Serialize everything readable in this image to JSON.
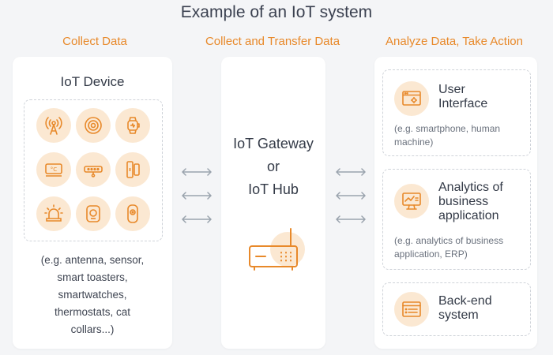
{
  "title": "Example of an IoT system",
  "columns": {
    "collect": "Collect Data",
    "transfer": "Collect and Transfer Data",
    "analyze": "Analyze Data, Take Action"
  },
  "device": {
    "title": "IoT Device",
    "note_lines": [
      "(e.g. antenna, sensor,",
      "smart toasters,",
      "smartwatches,",
      "thermostats, cat",
      "collars...)"
    ],
    "icons": [
      "antenna-icon",
      "speaker-sensor-icon",
      "smartwatch-icon",
      "thermostat-icon",
      "smart-toaster-icon",
      "door-sensor-icon",
      "alarm-light-icon",
      "speaker-icon",
      "cat-collar-tracker-icon"
    ],
    "temp_glyph": "°C"
  },
  "gateway": {
    "line1": "IoT Gateway",
    "line2": "or",
    "line3": "IoT Hub",
    "icon": "router-icon"
  },
  "boxes": [
    {
      "title_lines": [
        "User",
        "Interface"
      ],
      "note_lines": [
        "(e.g. smartphone, human",
        "machine)"
      ],
      "icon": "browser-settings-icon"
    },
    {
      "title_lines": [
        "Analytics of",
        "business",
        "application"
      ],
      "note_lines": [
        "(e.g. analytics of business",
        "application, ERP)"
      ],
      "icon": "analytics-monitor-icon"
    },
    {
      "title_lines": [
        "Back-end",
        "system"
      ],
      "note_lines": [],
      "icon": "server-window-icon"
    }
  ],
  "colors": {
    "accent": "#e8892a",
    "icon_bg": "#fbe8d2",
    "arrow": "#9aa3ad"
  }
}
